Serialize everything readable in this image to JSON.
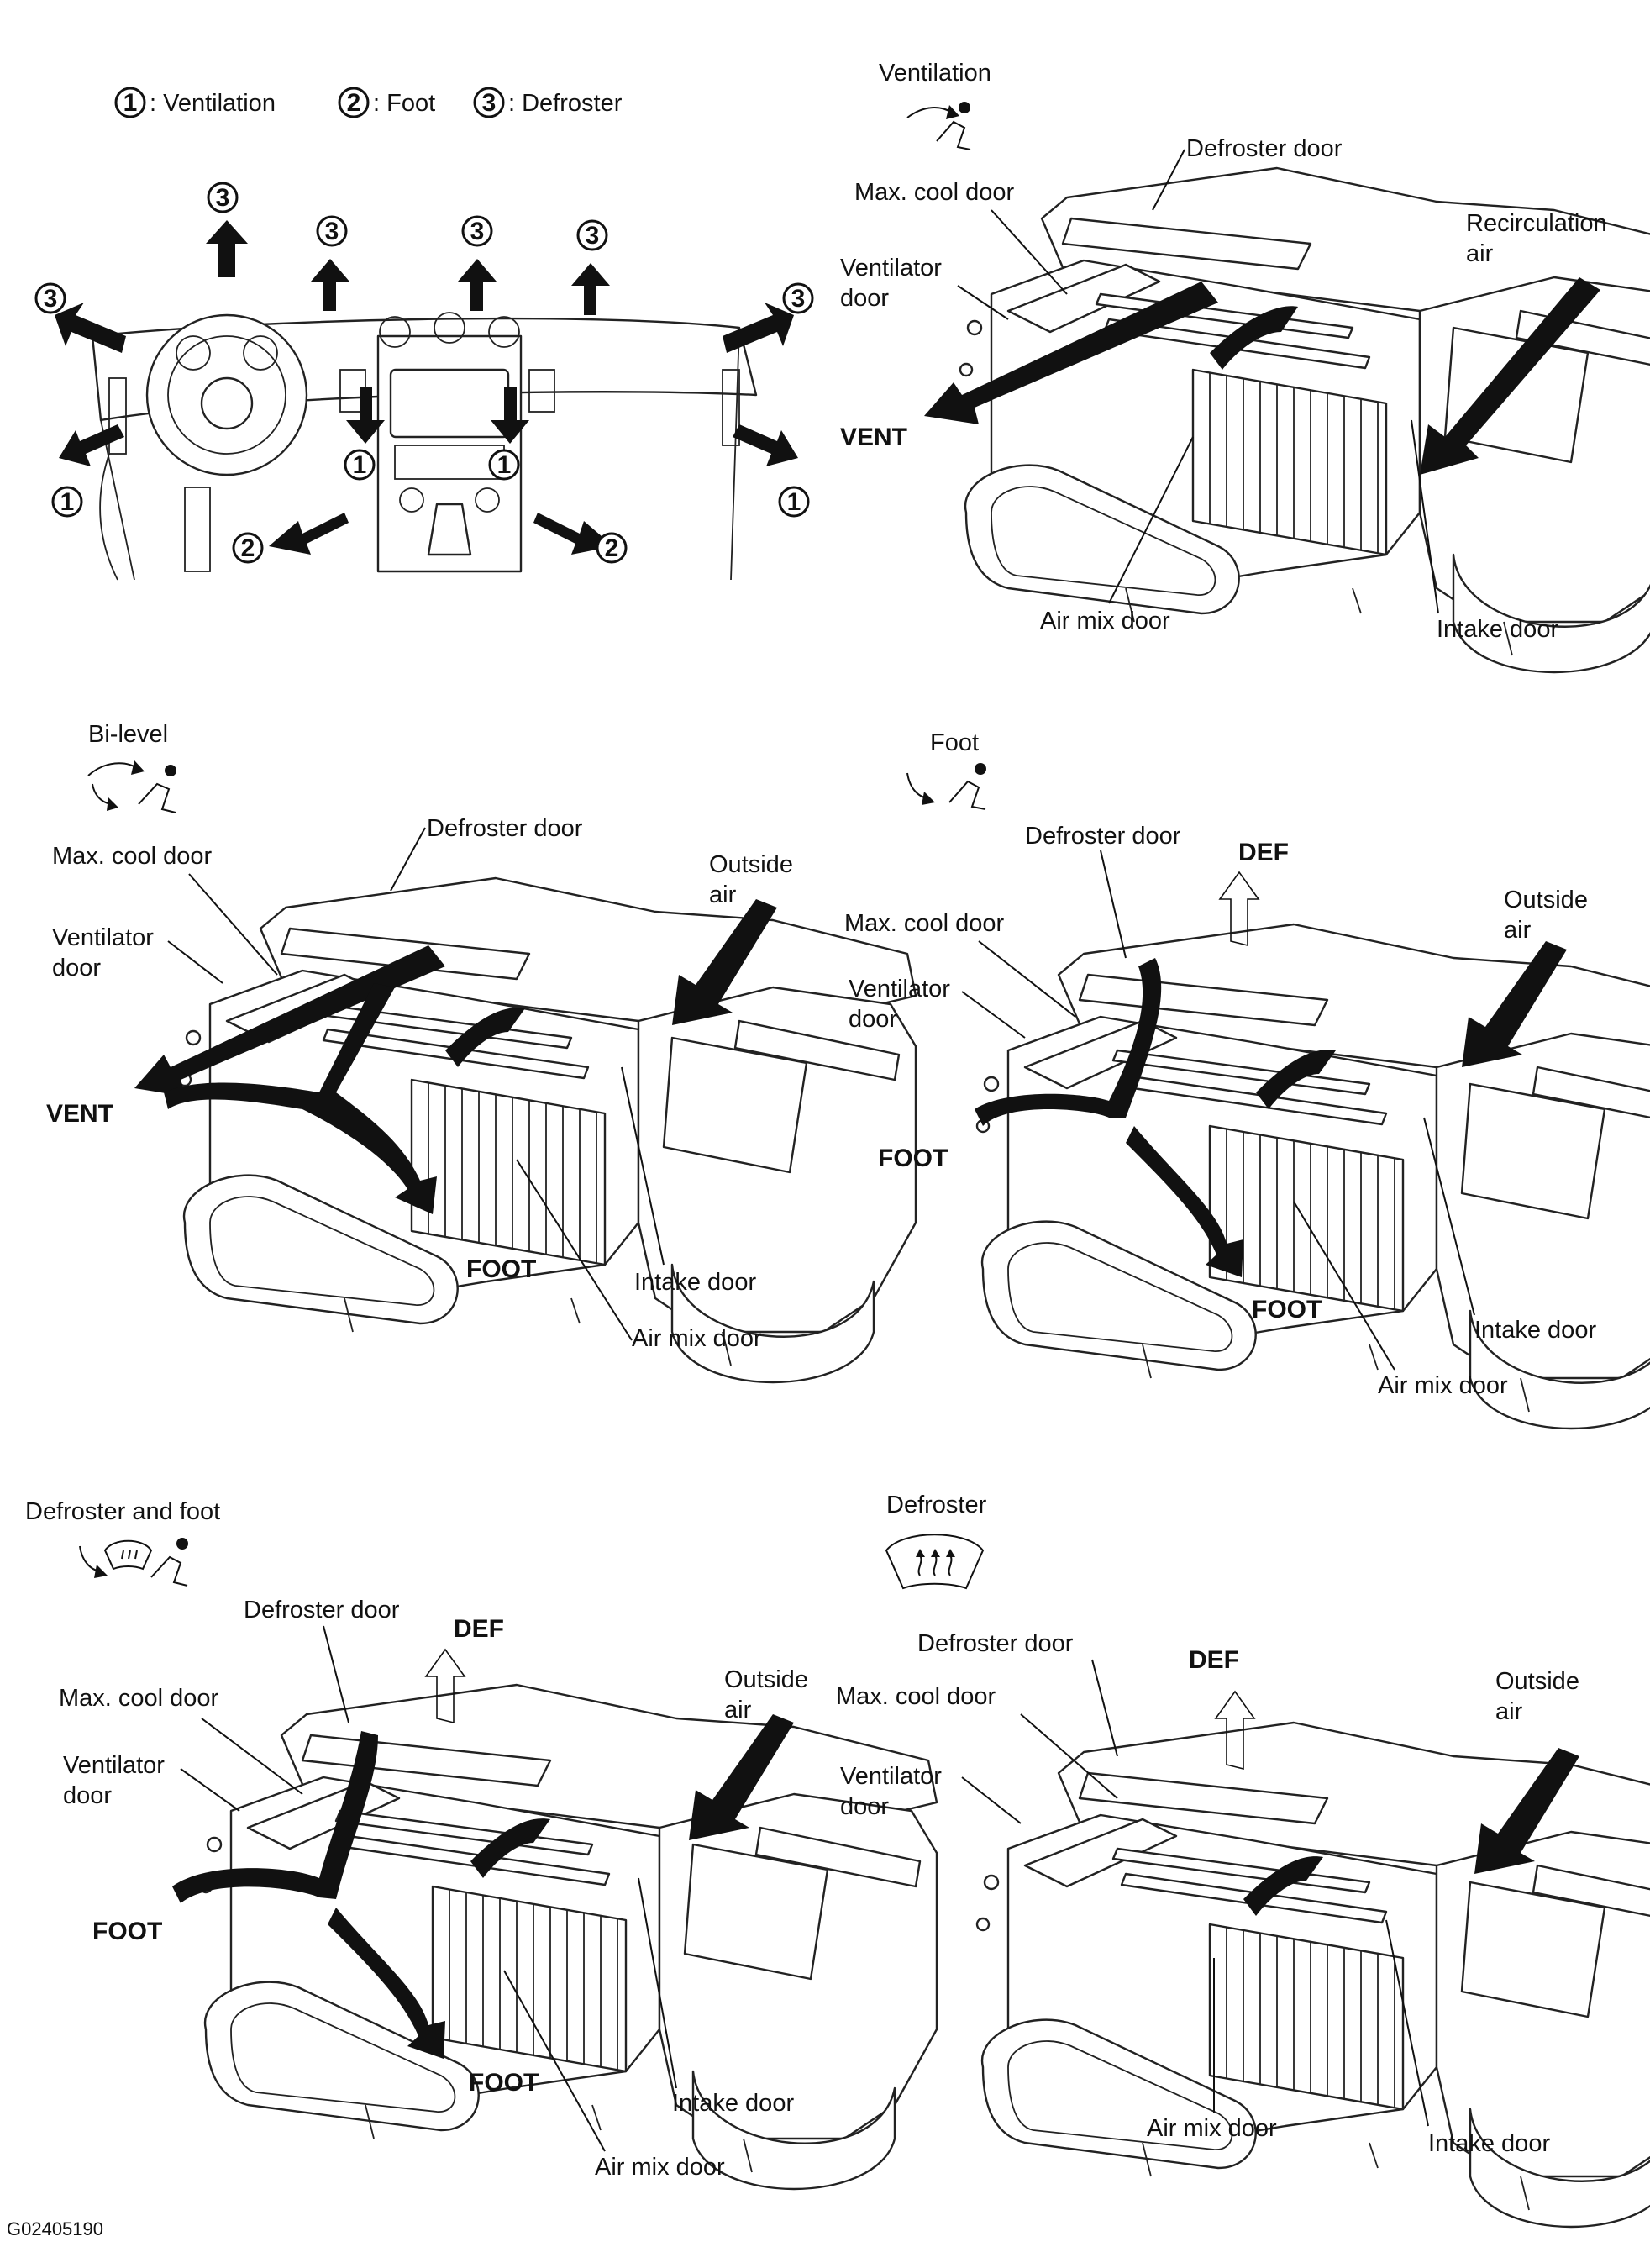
{
  "legend": {
    "item1_num": "1",
    "item1_text": ": Ventilation",
    "item2_num": "2",
    "item2_text": ": Foot",
    "item3_num": "3",
    "item3_text": ": Defroster"
  },
  "dash_outlet_markers": {
    "n1": "1",
    "n2": "2",
    "n3": "3"
  },
  "panels": {
    "ventilation": {
      "mode_title": "Ventilation",
      "defroster_door": "Defroster door",
      "max_cool_door": "Max. cool door",
      "ventilator_door_1": "Ventilator",
      "ventilator_door_2": "door",
      "air_source_1": "Recirculation",
      "air_source_2": "air",
      "vent": "VENT",
      "air_mix_door": "Air mix door",
      "intake_door": "Intake door"
    },
    "bilevel": {
      "mode_title": "Bi-level",
      "defroster_door": "Defroster door",
      "max_cool_door": "Max. cool door",
      "ventilator_door_1": "Ventilator",
      "ventilator_door_2": "door",
      "air_source_1": "Outside",
      "air_source_2": "air",
      "vent": "VENT",
      "foot": "FOOT",
      "air_mix_door": "Air mix door",
      "intake_door": "Intake door"
    },
    "foot": {
      "mode_title": "Foot",
      "defroster_door": "Defroster door",
      "def": "DEF",
      "max_cool_door": "Max. cool door",
      "ventilator_door_1": "Ventilator",
      "ventilator_door_2": "door",
      "air_source_1": "Outside",
      "air_source_2": "air",
      "foot_left": "FOOT",
      "foot_right": "FOOT",
      "air_mix_door": "Air mix door",
      "intake_door": "Intake door"
    },
    "defroster_foot": {
      "mode_title": "Defroster and foot",
      "defroster_door": "Defroster door",
      "def": "DEF",
      "max_cool_door": "Max. cool door",
      "ventilator_door_1": "Ventilator",
      "ventilator_door_2": "door",
      "air_source_1": "Outside",
      "air_source_2": "air",
      "foot_left": "FOOT",
      "foot_right": "FOOT",
      "air_mix_door": "Air mix door",
      "intake_door": "Intake door"
    },
    "defroster": {
      "mode_title": "Defroster",
      "defroster_door": "Defroster door",
      "def": "DEF",
      "max_cool_door": "Max. cool door",
      "ventilator_door_1": "Ventilator",
      "ventilator_door_2": "door",
      "air_source_1": "Outside",
      "air_source_2": "air",
      "air_mix_door": "Air mix door",
      "intake_door": "Intake door"
    }
  },
  "figure_id": "G02405190",
  "icons": {
    "ventilation": "vent-mode-icon",
    "bilevel": "bilevel-mode-icon",
    "foot": "foot-mode-icon",
    "defroster_foot": "defroster-foot-mode-icon",
    "defroster": "windshield-defroster-icon"
  }
}
